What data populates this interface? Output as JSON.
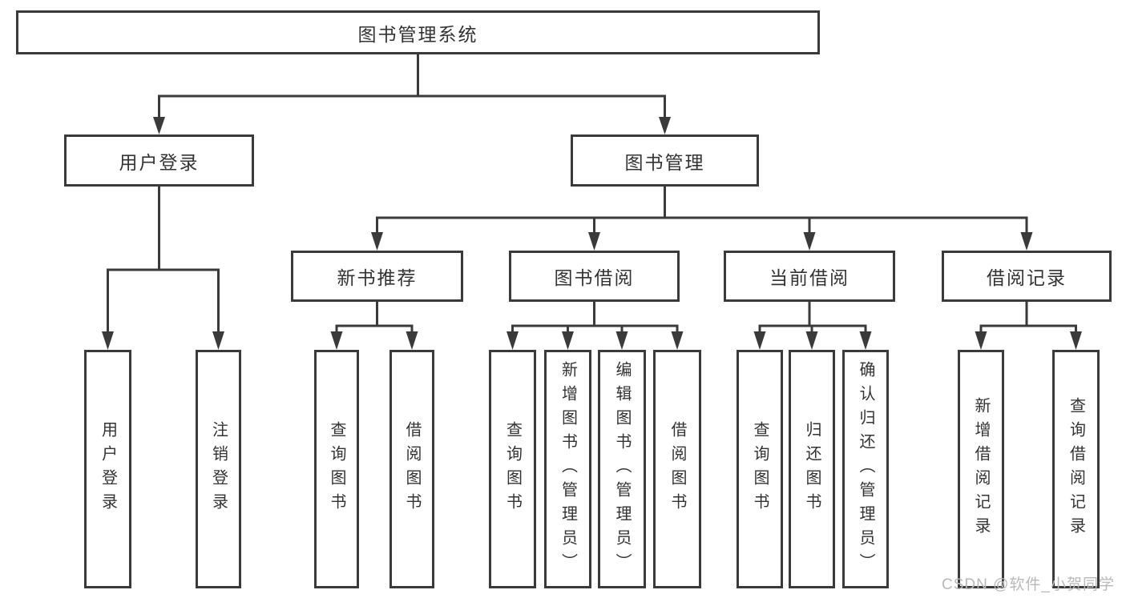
{
  "diagram": {
    "root": {
      "label": "图书管理系统"
    },
    "level2": [
      {
        "label": "用户登录"
      },
      {
        "label": "图书管理"
      }
    ],
    "level3": [
      {
        "label": "新书推荐"
      },
      {
        "label": "图书借阅"
      },
      {
        "label": "当前借阅"
      },
      {
        "label": "借阅记录"
      }
    ],
    "leaves": {
      "user_login": [
        "用户登录",
        "注销登录"
      ],
      "new_books": [
        "查询图书",
        "借阅图书"
      ],
      "book_borrow": [
        "查询图书",
        "新增图书（管理员）",
        "编辑图书（管理员）",
        "借阅图书"
      ],
      "current_borrow": [
        "查询图书",
        "归还图书",
        "确认归还（管理员）"
      ],
      "borrow_records": [
        "新增借阅记录",
        "查询借阅记录"
      ]
    },
    "line_color": "#3a3a3a"
  },
  "watermark": {
    "text": "CSDN @软件_小贺同学",
    "color": "#b9b9b9"
  }
}
